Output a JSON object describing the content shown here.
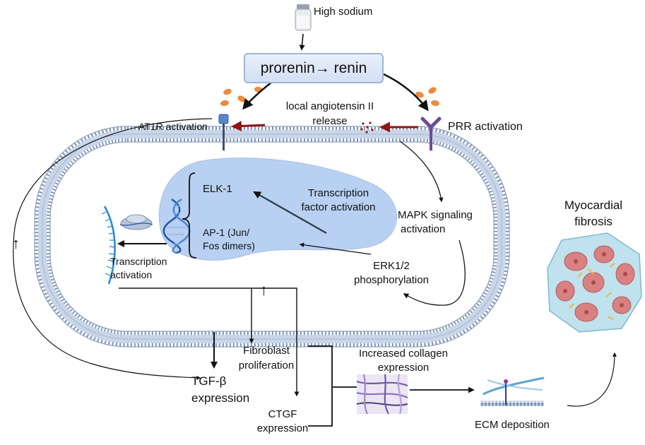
{
  "labels": {
    "high_sodium": "High sodium",
    "prorenin_renin": "prorenin→ renin",
    "local_angiotensin": "local angiotensin II",
    "release": "release",
    "at1r_activation": "AT1R activation",
    "prr_activation": "PRR activation",
    "elk1": "ELK-1",
    "ap1_line1": "AP-1 (Jun/",
    "ap1_line2": "Fos dimers)",
    "tf_activation_line1": "Transcription",
    "tf_activation_line2": "factor activation",
    "mapk_line1": "MAPK signaling",
    "mapk_line2": "activation",
    "erk_line1": "ERK1/2",
    "erk_line2": "phosphorylation",
    "transcription_line1": "Transcription",
    "transcription_line2": "activation",
    "myocardial_line1": "Myocardial",
    "myocardial_line2": "fibrosis",
    "fibroblast_line1": "Fibroblast",
    "fibroblast_line2": "proliferation",
    "tgfb_line1": "TGF-β",
    "tgfb_line2": "expression",
    "collagen_line1": "Increased collagen",
    "collagen_line2": "expression",
    "ctgf_line1": "CTGF",
    "ctgf_line2": "expression",
    "ecm": "ECM deposition",
    "up_arrow": "↑"
  },
  "colors": {
    "membrane_blue": "#7e95b8",
    "membrane_light": "#bccbe2",
    "nucleus": "#b8d0f2",
    "renin_pellet": "#ef8a3a",
    "red_arrow": "#8f1515",
    "receptor_purple": "#6a4d94",
    "dna_blue": "#1d56a8",
    "cell_pink": "#d98080",
    "tissue_teal": "#bfe2ee"
  },
  "icons": [
    "salt-shaker-icon",
    "receptor-at1r-icon",
    "receptor-prr-icon",
    "dna-helix-icon",
    "ribosome-mrna-icon",
    "collagen-fibers-icon",
    "ecm-membrane-icon",
    "fibrosis-tissue-icon"
  ]
}
